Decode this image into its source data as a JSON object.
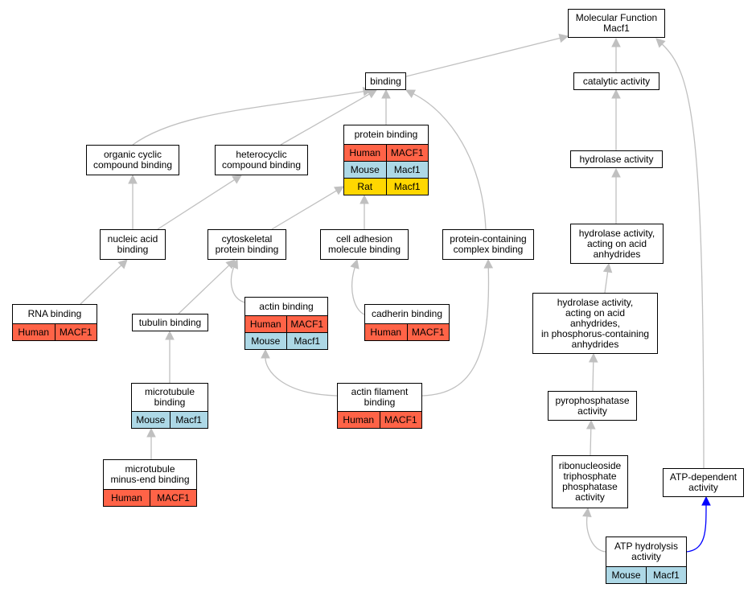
{
  "diagram": {
    "root": "mf",
    "nodes": [
      {
        "id": "mf",
        "label": "Molecular Function\nMacf1",
        "rows": []
      },
      {
        "id": "binding",
        "label": "binding",
        "rows": []
      },
      {
        "id": "catalytic",
        "label": "catalytic activity",
        "rows": []
      },
      {
        "id": "organic",
        "label": "organic cyclic\ncompound binding",
        "rows": []
      },
      {
        "id": "hetero",
        "label": "heterocyclic\ncompound binding",
        "rows": []
      },
      {
        "id": "protein",
        "label": "protein binding",
        "rows": [
          {
            "species": "Human",
            "gene": "MACF1",
            "color": "#ff6347"
          },
          {
            "species": "Mouse",
            "gene": "Macf1",
            "color": "#add8e6"
          },
          {
            "species": "Rat",
            "gene": "Macf1",
            "color": "#ffd700"
          }
        ]
      },
      {
        "id": "hydrolase",
        "label": "hydrolase activity",
        "rows": []
      },
      {
        "id": "nucleic",
        "label": "nucleic acid\nbinding",
        "rows": []
      },
      {
        "id": "cytoskel",
        "label": "cytoskeletal\nprotein binding",
        "rows": []
      },
      {
        "id": "celladh",
        "label": "cell adhesion\nmolecule binding",
        "rows": []
      },
      {
        "id": "protcomplex",
        "label": "protein-containing\ncomplex binding",
        "rows": []
      },
      {
        "id": "hydroacid",
        "label": "hydrolase activity,\nacting on acid\nanhydrides",
        "rows": []
      },
      {
        "id": "rna",
        "label": "RNA binding",
        "rows": [
          {
            "species": "Human",
            "gene": "MACF1",
            "color": "#ff6347"
          }
        ]
      },
      {
        "id": "tubulin",
        "label": "tubulin binding",
        "rows": []
      },
      {
        "id": "actin",
        "label": "actin binding",
        "rows": [
          {
            "species": "Human",
            "gene": "MACF1",
            "color": "#ff6347"
          },
          {
            "species": "Mouse",
            "gene": "Macf1",
            "color": "#add8e6"
          }
        ]
      },
      {
        "id": "cadherin",
        "label": "cadherin binding",
        "rows": [
          {
            "species": "Human",
            "gene": "MACF1",
            "color": "#ff6347"
          }
        ]
      },
      {
        "id": "hydrophos",
        "label": "hydrolase activity,\nacting on acid\nanhydrides,\nin phosphorus-containing\nanhydrides",
        "rows": []
      },
      {
        "id": "microtubule",
        "label": "microtubule\nbinding",
        "rows": [
          {
            "species": "Mouse",
            "gene": "Macf1",
            "color": "#add8e6"
          }
        ]
      },
      {
        "id": "actinfil",
        "label": "actin filament\nbinding",
        "rows": [
          {
            "species": "Human",
            "gene": "MACF1",
            "color": "#ff6347"
          }
        ]
      },
      {
        "id": "pyro",
        "label": "pyrophosphatase\nactivity",
        "rows": []
      },
      {
        "id": "mtminus",
        "label": "microtubule\nminus-end binding",
        "rows": [
          {
            "species": "Human",
            "gene": "MACF1",
            "color": "#ff6347"
          }
        ]
      },
      {
        "id": "ribonuc",
        "label": "ribonucleoside\ntriphosphate\nphosphatase\nactivity",
        "rows": []
      },
      {
        "id": "atpdep",
        "label": "ATP-dependent\nactivity",
        "rows": []
      },
      {
        "id": "atphyd",
        "label": "ATP hydrolysis\nactivity",
        "rows": [
          {
            "species": "Mouse",
            "gene": "Macf1",
            "color": "#add8e6"
          }
        ]
      }
    ],
    "edges": [
      {
        "from": "binding",
        "to": "mf"
      },
      {
        "from": "catalytic",
        "to": "mf"
      },
      {
        "from": "atpdep",
        "to": "mf"
      },
      {
        "from": "organic",
        "to": "binding"
      },
      {
        "from": "hetero",
        "to": "binding"
      },
      {
        "from": "protein",
        "to": "binding"
      },
      {
        "from": "protcomplex",
        "to": "binding"
      },
      {
        "from": "hydrolase",
        "to": "catalytic"
      },
      {
        "from": "hydroacid",
        "to": "hydrolase"
      },
      {
        "from": "nucleic",
        "to": "organic"
      },
      {
        "from": "nucleic",
        "to": "hetero"
      },
      {
        "from": "cytoskel",
        "to": "protein"
      },
      {
        "from": "celladh",
        "to": "protein"
      },
      {
        "from": "rna",
        "to": "nucleic"
      },
      {
        "from": "tubulin",
        "to": "cytoskel"
      },
      {
        "from": "actin",
        "to": "cytoskel"
      },
      {
        "from": "cadherin",
        "to": "celladh"
      },
      {
        "from": "actinfil",
        "to": "actin"
      },
      {
        "from": "actinfil",
        "to": "protcomplex"
      },
      {
        "from": "microtubule",
        "to": "tubulin"
      },
      {
        "from": "mtminus",
        "to": "microtubule"
      },
      {
        "from": "hydrophos",
        "to": "hydroacid"
      },
      {
        "from": "pyro",
        "to": "hydrophos"
      },
      {
        "from": "ribonuc",
        "to": "pyro"
      },
      {
        "from": "atphyd",
        "to": "ribonuc"
      },
      {
        "from": "atphyd",
        "to": "atpdep",
        "color": "#0000ff"
      }
    ],
    "edge_color": "#c0c0c0"
  }
}
